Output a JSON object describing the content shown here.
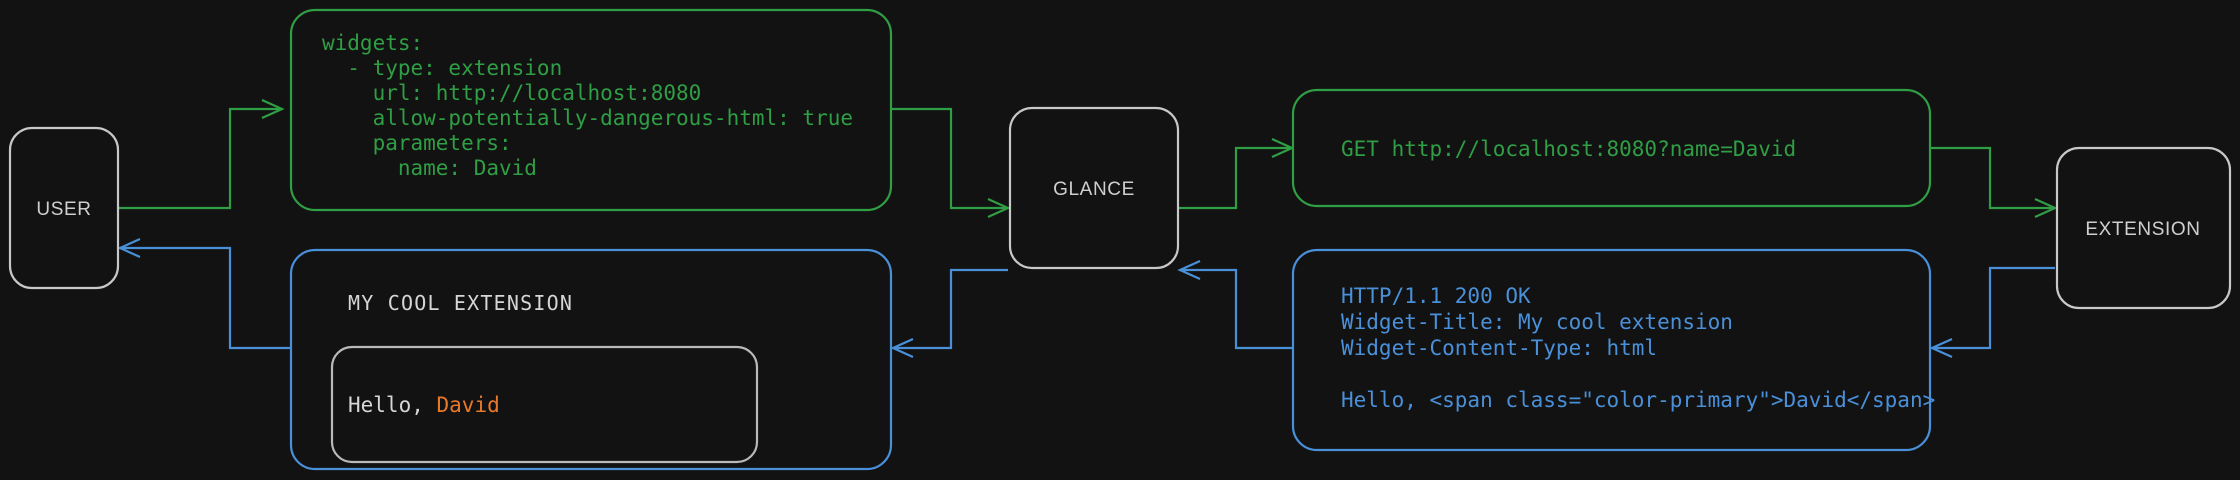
{
  "theme": {
    "background": "#121212",
    "node_border": "#c8c8c8",
    "node_label_color": "#cfcfcf",
    "request_color": "#2f9e44",
    "response_color": "#4a90d9",
    "accent_color": "#e8792a",
    "widget_text_color": "#d6d6d6"
  },
  "nodes": {
    "user": {
      "label": "USER"
    },
    "glance": {
      "label": "GLANCE"
    },
    "extension": {
      "label": "EXTENSION"
    }
  },
  "config_box": {
    "name": "glance-yaml-config",
    "color": "#2f9e44",
    "lines": [
      "widgets:",
      "  - type: extension",
      "    url: http://localhost:8080",
      "    allow-potentially-dangerous-html: true",
      "    parameters:",
      "      name: David"
    ]
  },
  "request_box": {
    "name": "http-get-request",
    "color": "#2f9e44",
    "lines": [
      "GET http://localhost:8080?name=David"
    ]
  },
  "response_box": {
    "name": "http-response",
    "color": "#4a90d9",
    "lines": [
      "HTTP/1.1 200 OK",
      "Widget-Title: My cool extension",
      "Widget-Content-Type: html",
      "",
      "Hello, <span class=\"color-primary\">David</span>"
    ]
  },
  "widget_box": {
    "name": "rendered-widget",
    "color": "#4a90d9",
    "title": "MY COOL EXTENSION",
    "content_prefix": "Hello, ",
    "content_accent": "David"
  },
  "edges": [
    {
      "name": "edge-user-to-config",
      "kind": "request",
      "color": "#2f9e44"
    },
    {
      "name": "edge-config-to-glance",
      "kind": "request",
      "color": "#2f9e44"
    },
    {
      "name": "edge-glance-to-request",
      "kind": "request",
      "color": "#2f9e44"
    },
    {
      "name": "edge-request-to-extension",
      "kind": "request",
      "color": "#2f9e44"
    },
    {
      "name": "edge-extension-to-response",
      "kind": "response",
      "color": "#4a90d9"
    },
    {
      "name": "edge-response-to-glance",
      "kind": "response",
      "color": "#4a90d9"
    },
    {
      "name": "edge-glance-to-widget",
      "kind": "response",
      "color": "#4a90d9"
    },
    {
      "name": "edge-widget-to-user",
      "kind": "response",
      "color": "#4a90d9"
    }
  ]
}
